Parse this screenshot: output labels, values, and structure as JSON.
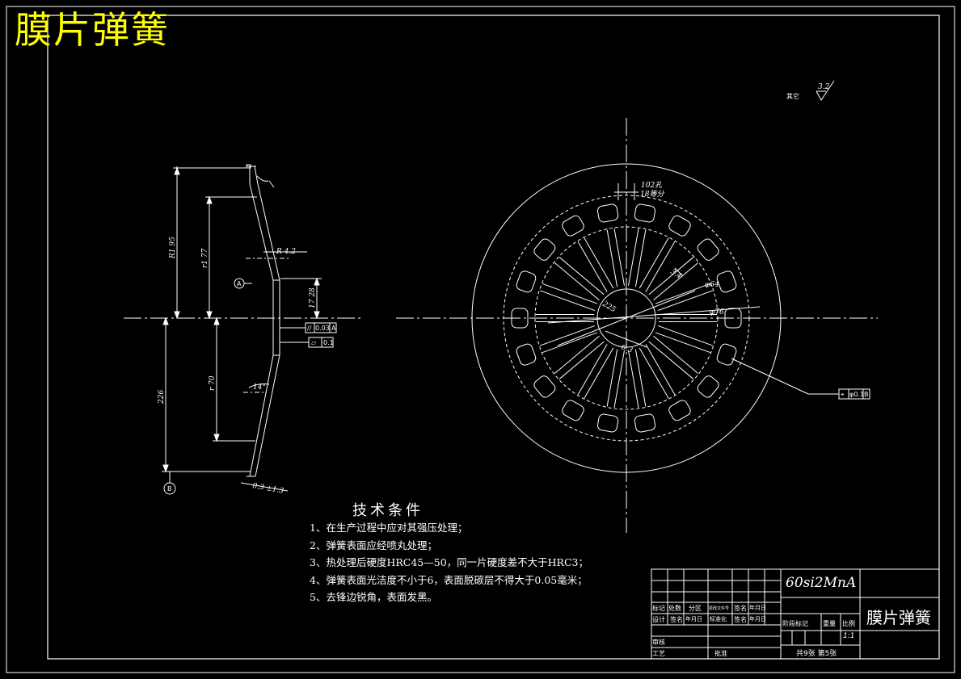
{
  "title": "膜片弹簧",
  "dimensions": {
    "r195": "R1 95",
    "r177": "r1 77",
    "r170": "r 70",
    "dim226": "226",
    "dim28": "17 28",
    "r42": "R 4.2",
    "angle14": "14°",
    "thickness": "0.3 ±1.3",
    "slot_width": "102孔",
    "slot_count": "18等分",
    "dim_3_4": "3.4",
    "phi64": "φ64",
    "phi76": "φ76",
    "r225": "225",
    "dim_6_3": "6.3",
    "roughness_other": "其它",
    "roughness_value": "3.2"
  },
  "datums": {
    "a": "A",
    "b": "B"
  },
  "tolerances": {
    "parallel": {
      "symbol": "//",
      "value": "0.03",
      "datum": "A"
    },
    "flatness": {
      "symbol": "▱",
      "value": "0.1"
    },
    "position": {
      "symbol": "⌖",
      "value": "φ0.1",
      "datum": "B"
    }
  },
  "tech_requirements": {
    "title": "技术条件",
    "items": [
      "1、在生产过程中应对其强压处理；",
      "2、弹簧表面应经喷丸处理；",
      "3、热处理后硬度HRC45—50，同一片硬度差不大于HRC3；",
      "4、弹簧表面光洁度不小于6，表面脱碳层不得大于0.05毫米；",
      "5、去锋边锐角，表面发黑。"
    ]
  },
  "title_block": {
    "material": "60si2MnA",
    "part_name": "膜片弹簧",
    "scale": "1:1",
    "sheets": "共9张 第5张",
    "labels": {
      "mark": "标记",
      "count": "处数",
      "zone": "分区",
      "doc_no": "更改文件号",
      "sign": "签名",
      "date": "年月日",
      "design": "设计",
      "standard": "标准化",
      "stage": "阶段标记",
      "weight": "重量",
      "ratio": "比例",
      "review": "审核",
      "process": "工艺",
      "approve": "批准"
    }
  }
}
